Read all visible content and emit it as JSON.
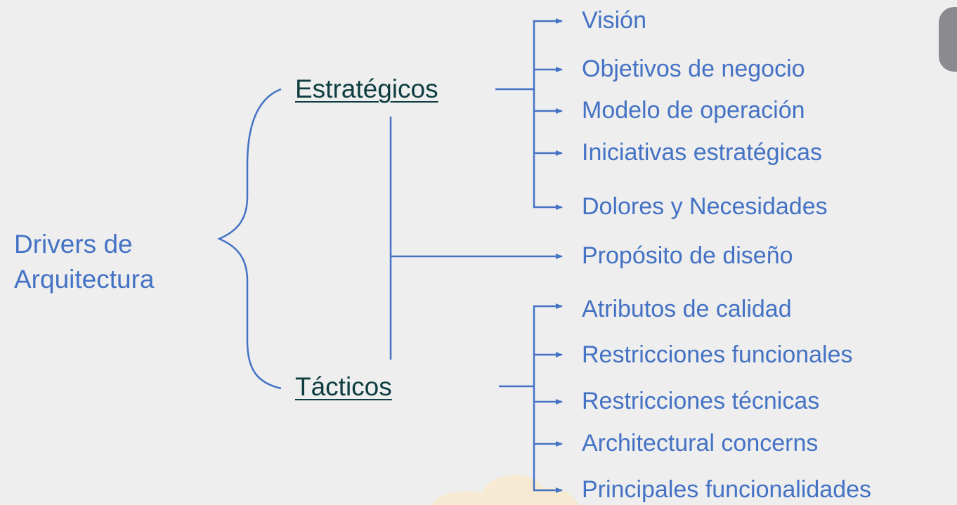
{
  "diagram": {
    "root": {
      "line1": "Drivers de",
      "line2": "Arquitectura"
    },
    "strategic": {
      "label": "Estratégicos",
      "items": [
        "Visión",
        "Objetivos de negocio",
        "Modelo de operación",
        "Iniciativas estratégicas",
        "Dolores y Necesidades"
      ]
    },
    "shared": {
      "label": "Propósito de diseño"
    },
    "tactical": {
      "label": "Tácticos",
      "items": [
        "Atributos de calidad",
        "Restricciones funcionales",
        "Restricciones técnicas",
        "Architectural concerns",
        "Principales funcionalidades"
      ]
    }
  },
  "colors": {
    "background": "#eeeeee",
    "lines": "#4472c4",
    "leaf_text": "#4472c4",
    "branch_text": "#0d3d40",
    "root_text": "#4472c4"
  }
}
